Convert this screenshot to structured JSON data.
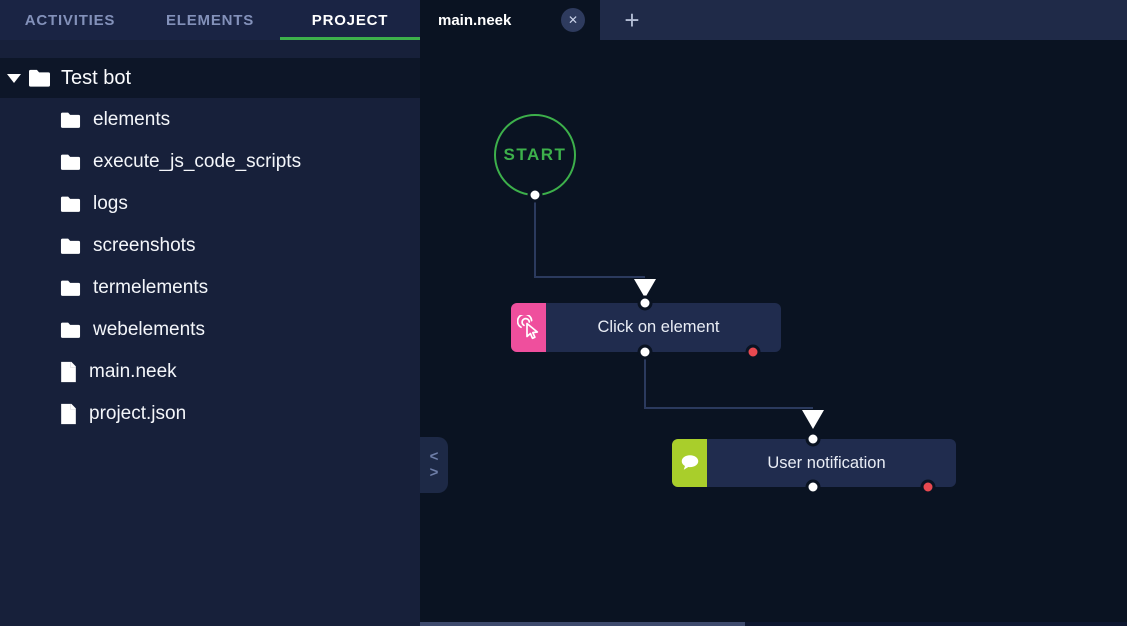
{
  "colors": {
    "accent_green": "#3db04b",
    "node_pink": "#ef4f9d",
    "node_lime": "#a9ce2b",
    "port_red": "#e84950",
    "canvas_bg": "#0a1322",
    "panel_bg": "#17203a",
    "node_bg": "#202c4e",
    "wire": "#2b3a5e"
  },
  "left_panel": {
    "tabs": [
      {
        "label": "ACTIVITIES",
        "active": false
      },
      {
        "label": "ELEMENTS",
        "active": false
      },
      {
        "label": "PROJECT",
        "active": true
      }
    ],
    "tree": {
      "root": {
        "label": "Test bot",
        "icon": "folder-icon",
        "expanded": true
      },
      "items": [
        {
          "label": "elements",
          "icon": "folder-icon"
        },
        {
          "label": "execute_js_code_scripts",
          "icon": "folder-icon"
        },
        {
          "label": "logs",
          "icon": "folder-icon"
        },
        {
          "label": "screenshots",
          "icon": "folder-icon"
        },
        {
          "label": "termelements",
          "icon": "folder-icon"
        },
        {
          "label": "webelements",
          "icon": "folder-icon"
        },
        {
          "label": "main.neek",
          "icon": "file-icon"
        },
        {
          "label": "project.json",
          "icon": "file-icon"
        }
      ]
    }
  },
  "editor": {
    "tab": {
      "label": "main.neek",
      "close_glyph": "✕"
    },
    "new_tab_glyph": "+",
    "collapse_handle": {
      "left_glyph": "<",
      "right_glyph": ">"
    },
    "flow": {
      "start_label": "START",
      "nodes": [
        {
          "label": "Click on element",
          "icon": "click-cursor-icon",
          "icon_color": "#ef4f9d"
        },
        {
          "label": "User notification",
          "icon": "speech-bubble-icon",
          "icon_color": "#a9ce2b"
        }
      ]
    }
  }
}
